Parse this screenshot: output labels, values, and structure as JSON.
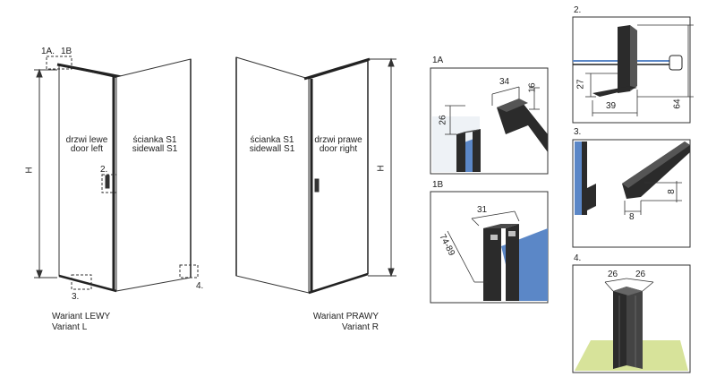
{
  "left_unit": {
    "callout_1a": "1A.",
    "callout_1b": "1B",
    "callout_2": "2.",
    "callout_3": "3.",
    "callout_4": "4.",
    "height_label": "H",
    "door_pl": "drzwi lewe",
    "door_en": "door left",
    "wall_pl": "ścianka S1",
    "wall_en": "sidewall S1",
    "variant_pl": "Wariant LEWY",
    "variant_en": "Variant L"
  },
  "right_unit": {
    "height_label": "H",
    "wall_pl": "ścianka S1",
    "wall_en": "sidewall S1",
    "door_pl": "drzwi prawe",
    "door_en": "door right",
    "variant_pl": "Wariant PRAWY",
    "variant_en": "Variant R"
  },
  "details": {
    "d1a": {
      "title": "1A",
      "dim_width": "34",
      "dim_height": "16",
      "dim_side": "26"
    },
    "d1b": {
      "title": "1B",
      "dim_width": "31",
      "dim_range": "74-89"
    },
    "d2": {
      "title": "2.",
      "dim_27": "27",
      "dim_39": "39",
      "dim_64": "64"
    },
    "d3": {
      "title": "3.",
      "dim_a": "8",
      "dim_b": "8"
    },
    "d4": {
      "title": "4.",
      "dim_a": "26",
      "dim_b": "26"
    }
  },
  "colors": {
    "frame": "#2b2b2b",
    "glass": "#5b87c7",
    "floor": "#d7e39a",
    "line": "#333333"
  }
}
